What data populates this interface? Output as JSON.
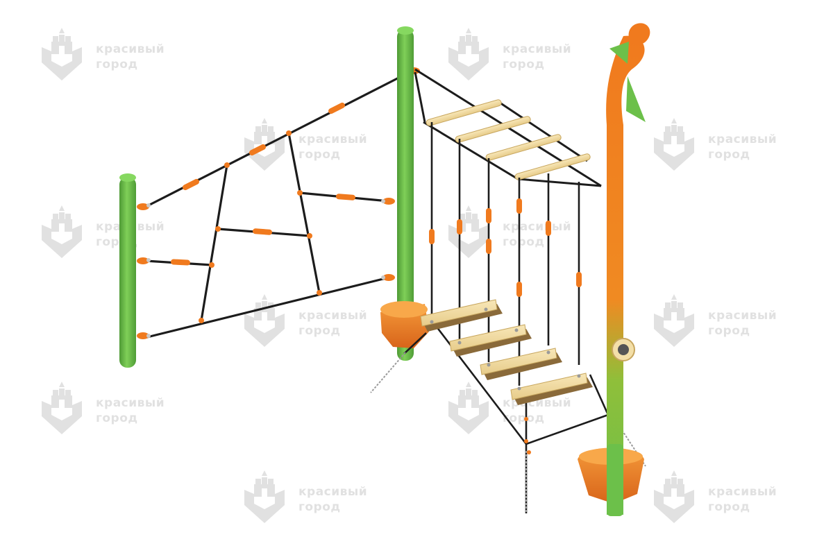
{
  "image": {
    "subject": "playground-rope-climbing-complex",
    "background": "#ffffff",
    "colors": {
      "post_green": "#6cc04a",
      "post_green_dark": "#4e9a35",
      "accent_orange": "#f07a1e",
      "rope": "#1c1c1c",
      "wood_plank": "#f3dfa8",
      "wood_plank_dark": "#8a6a3a",
      "chain": "#9a9a9a",
      "watermark": "#dedede"
    }
  },
  "watermark": {
    "line1": "красивый",
    "line2": "город"
  }
}
